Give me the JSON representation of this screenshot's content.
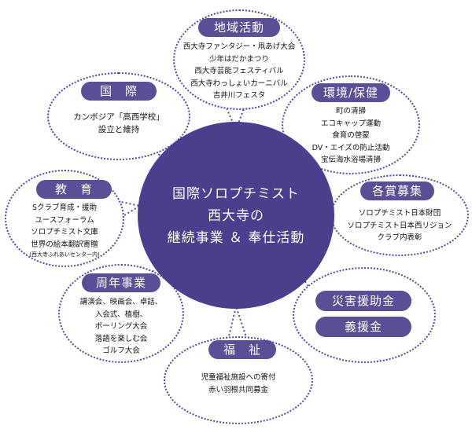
{
  "center": {
    "line1": "国際ソロプチミスト",
    "line2": "西大寺の",
    "line3": "継続事業 ＆ 奉仕活動"
  },
  "regional": {
    "title": "地域活動",
    "items": [
      "西大寺ファンタジー・凧あげ大会",
      "少年はだかまつり",
      "西大寺芸能フェスティバル",
      "西大寺わっしょいカーニバル",
      "吉井川フェスタ"
    ]
  },
  "international": {
    "title": "国　際",
    "items": [
      "カンボジア「高西学校」",
      "設立と維持"
    ]
  },
  "environment": {
    "title": "環境/保健",
    "items": [
      "町の清掃",
      "エコキャップ運動",
      "食育の啓蒙",
      "DV・エイズの防止活動",
      "宝伝海水浴場清掃"
    ]
  },
  "education": {
    "title": "教　育",
    "items": [
      "Sクラブ育成・援助",
      "ユースフォーラム",
      "ソロプチミスト文庫",
      "世界の絵本翻訳寄贈"
    ],
    "note": "(西大寺ふれあいセンター内)"
  },
  "awards": {
    "title": "各賞募集",
    "items": [
      "ソロプチミスト日本財団",
      "ソロプチミスト日本西リジョン",
      "クラブ内表彰"
    ]
  },
  "anniversary": {
    "title": "周年事業",
    "items": [
      "講演会、映画会、卓話、",
      "入会式、植樹、",
      "ボーリング大会",
      "落語を楽しむ会",
      "ゴルフ大会"
    ]
  },
  "relief": {
    "button1": "災害援助金",
    "button2": "義援金"
  },
  "welfare": {
    "title": "福　祉",
    "items": [
      "児童福祉施設への寄付",
      "赤い羽根共同募金"
    ]
  },
  "colors": {
    "tag": "#5b4d96",
    "center": "#4a3f8c",
    "outline": "#4a4aa0"
  }
}
